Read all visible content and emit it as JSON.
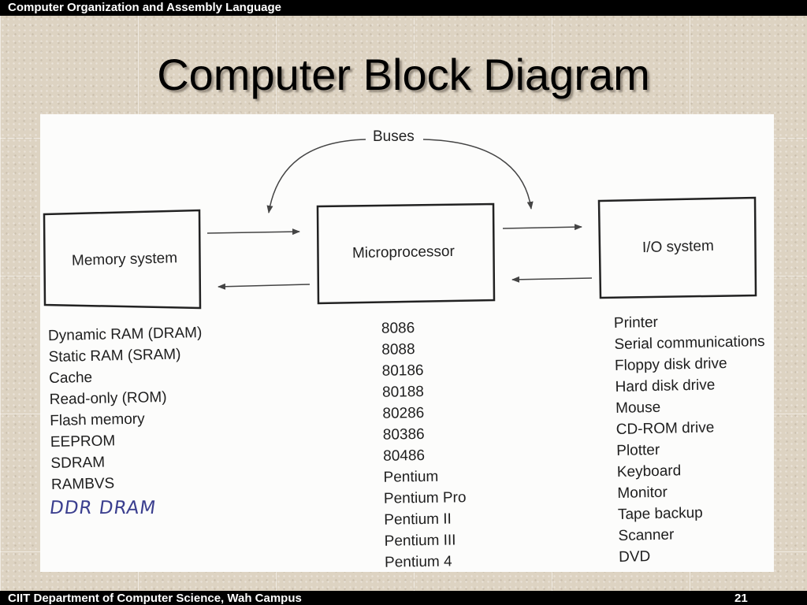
{
  "header": {
    "course_title": "Computer Organization and Assembly Language"
  },
  "slide": {
    "title": "Computer Block Diagram"
  },
  "diagram": {
    "buses_label": "Buses",
    "boxes": {
      "memory": "Memory system",
      "processor": "Microprocessor",
      "io": "I/O system"
    },
    "memory_items": [
      "Dynamic RAM (DRAM)",
      "Static RAM (SRAM)",
      "Cache",
      "Read-only (ROM)",
      "Flash memory",
      "EEPROM",
      "SDRAM",
      "RAMBVS"
    ],
    "memory_handwritten": "DDR DRAM",
    "processor_items": [
      "8086",
      "8088",
      "80186",
      "80188",
      "80286",
      "80386",
      "80486",
      "Pentium",
      "Pentium Pro",
      "Pentium II",
      "Pentium III",
      "Pentium 4"
    ],
    "io_items": [
      "Printer",
      "Serial communications",
      "Floppy disk drive",
      "Hard disk drive",
      "Mouse",
      "CD-ROM drive",
      "Plotter",
      "Keyboard",
      "Monitor",
      "Tape backup",
      "Scanner",
      "DVD"
    ]
  },
  "footer": {
    "department": "CIIT Department of Computer Science, Wah Campus",
    "page_number": "21"
  }
}
